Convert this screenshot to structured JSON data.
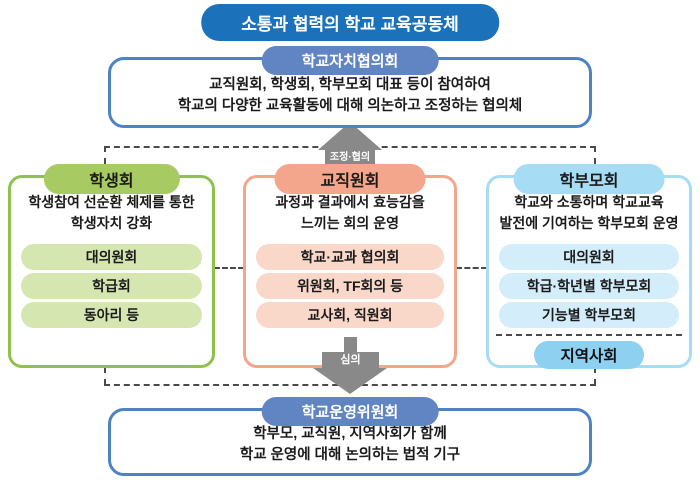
{
  "title": "소통과 협력의 학교 교육공동체",
  "colors": {
    "title_bg": "#1c72ba",
    "header_pill_bg": "#6185c3",
    "big_box_border": "#4d83c3",
    "arrow_gray": "#898989",
    "students_main": "#a8ca62",
    "students_border": "#8fc14e",
    "students_item_bg": "#d5e6b0",
    "staff_main": "#f3a68c",
    "staff_item_bg": "#fad8c9",
    "parents_main": "#a7dcf5",
    "parents_item_bg": "#d3edfb",
    "community_pill_bg": "#8dd0f0"
  },
  "top_box": {
    "header": "학교자치협의회",
    "lines": [
      "교직원회, 학생회, 학부모회 대표 등이 참여하여",
      "학교의 다양한 교육활동에 대해 의논하고 조정하는 협의체"
    ]
  },
  "arrows": {
    "up_label": "조정·협의",
    "down_label": "심의"
  },
  "columns": [
    {
      "header": "학생회",
      "desc_lines": [
        "학생참여 선순환 체제를 통한",
        "학생자치 강화"
      ],
      "items": [
        "대의원회",
        "학급회",
        "동아리 등"
      ]
    },
    {
      "header": "교직원회",
      "desc_lines": [
        "과정과 결과에서 효능감을",
        "느끼는 회의 운영"
      ],
      "items": [
        "학교·교과 협의회",
        "위원회, TF회의 등",
        "교사회, 직원회"
      ]
    },
    {
      "header": "학부모회",
      "desc_lines": [
        "학교와 소통하며 학교교육",
        "발전에 기여하는 학부모회 운영"
      ],
      "items": [
        "대의원회",
        "학급·학년별 학부모회",
        "기능별 학부모회"
      ],
      "extra": "지역사회"
    }
  ],
  "bottom_box": {
    "header": "학교운영위원회",
    "lines": [
      "학부모, 교직원, 지역사회가 함께",
      "학교 운영에 대해 논의하는 법적 기구"
    ]
  }
}
